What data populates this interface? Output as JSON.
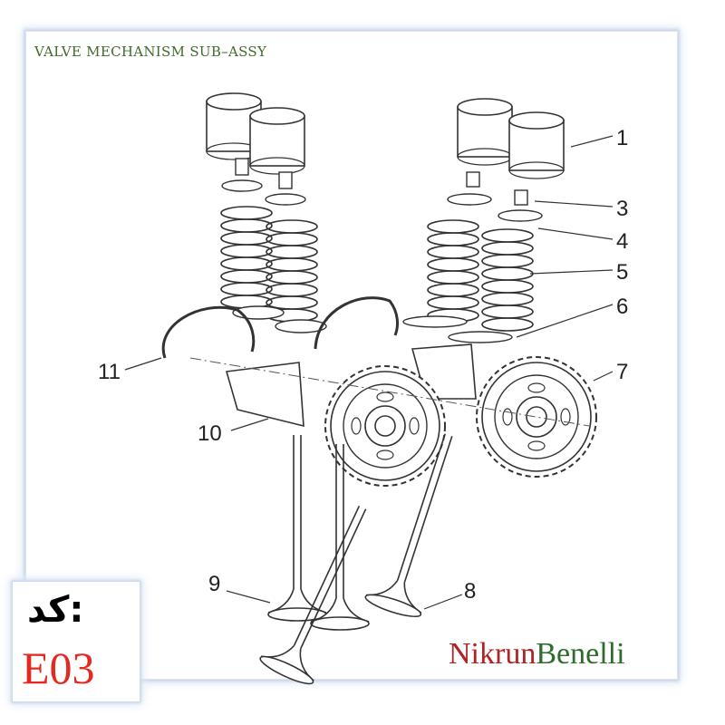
{
  "title": "VALVE MECHANISM SUB–ASSY",
  "callouts": [
    {
      "label": "1"
    },
    {
      "label": "3"
    },
    {
      "label": "4"
    },
    {
      "label": "5"
    },
    {
      "label": "6"
    },
    {
      "label": "7"
    },
    {
      "label": "8"
    },
    {
      "label": "9"
    },
    {
      "label": "10"
    },
    {
      "label": "11"
    }
  ],
  "brand": {
    "part1": "Nikrun",
    "part2": "Benelli",
    "color1": "#b22222",
    "color2": "#2f6b2a"
  },
  "code": {
    "label": "کد:",
    "value": "E03",
    "value_color": "#e32a22"
  }
}
